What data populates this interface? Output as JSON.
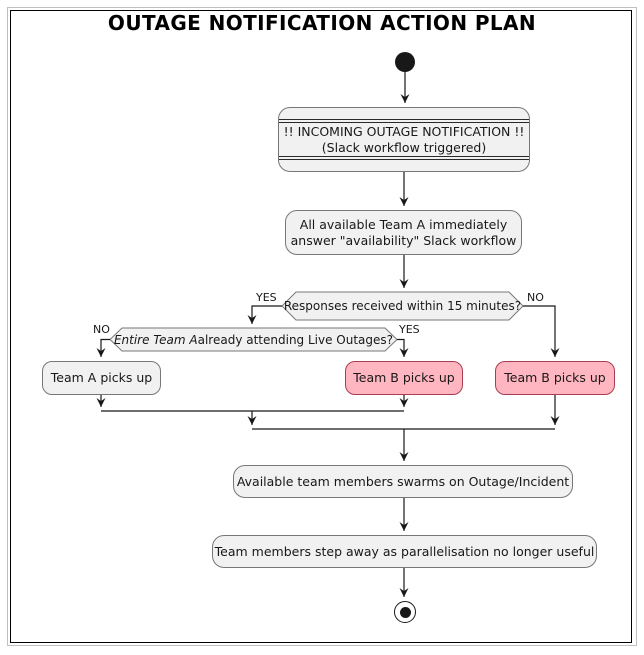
{
  "title": "OUTAGE NOTIFICATION ACTION PLAN",
  "colors": {
    "background": "#ffffff",
    "frame_border": "#000000",
    "frame_shadow": "#c0c0c0",
    "node_fill": "#f1f1f1",
    "node_border": "#777777",
    "pink_fill": "#ffb6c1",
    "pink_border": "#a83e52",
    "line": "#181818"
  },
  "nodes": {
    "start": {
      "type": "initial-state"
    },
    "notification": {
      "line1": "!! INCOMING OUTAGE NOTIFICATION !!",
      "line2": "(Slack workflow triggered)"
    },
    "availability": {
      "line1": "All available Team A immediately",
      "line2": "answer \"availability\" Slack workflow"
    },
    "decision_responses": {
      "question": "Responses received within 15 minutes?",
      "yes_label": "YES",
      "no_label": "NO"
    },
    "decision_entire_team": {
      "question_italic": "Entire Team A",
      "question_rest": " already attending Live Outages?",
      "yes_label": "YES",
      "no_label": "NO"
    },
    "team_a": {
      "label": "Team A picks up"
    },
    "team_b_center": {
      "label": "Team B picks up"
    },
    "team_b_right": {
      "label": "Team B picks up"
    },
    "swarm": {
      "label": "Available team members swarms on Outage/Incident"
    },
    "step_away": {
      "label": "Team members step away as parallelisation no longer useful"
    },
    "end": {
      "type": "final-state"
    }
  }
}
